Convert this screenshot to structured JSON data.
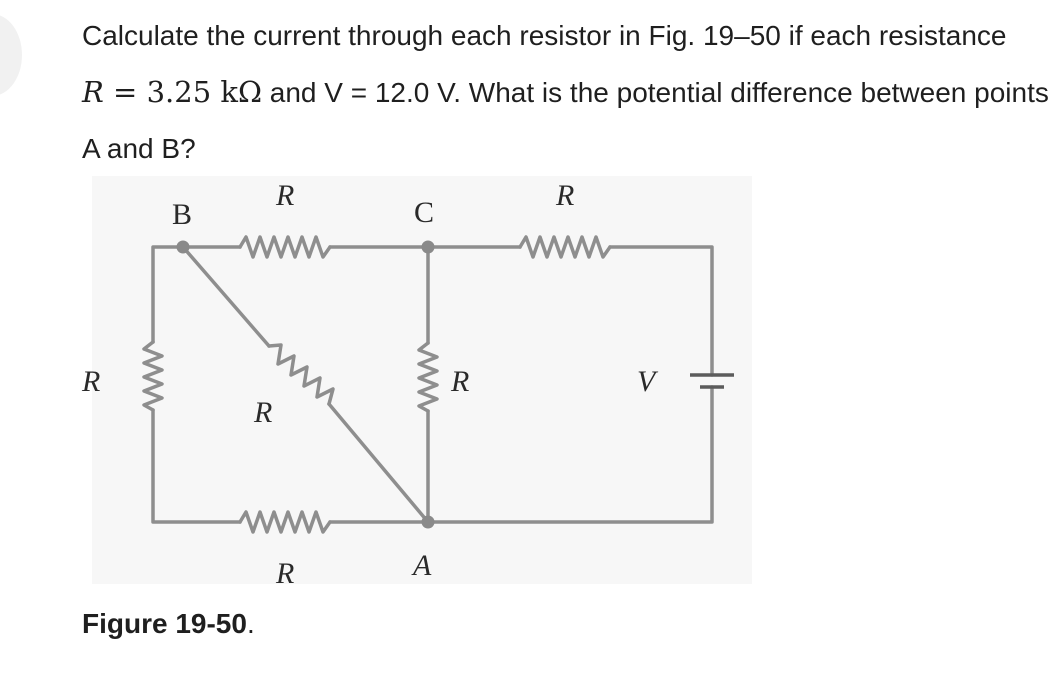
{
  "question": {
    "line1": "Calculate the current through each resistor in Fig. 19–50 if each resistance",
    "math_var": "R",
    "math_eq": " = 3.25 kΩ",
    "line2_rest": " and V = 12.0 V. What is the potential difference between points",
    "line3": "A and B?"
  },
  "figure": {
    "caption_bold": "Figure 19-50",
    "caption_end": ".",
    "labels": {
      "node_b": "B",
      "node_c": "C",
      "node_a": "A",
      "r_top_left": "R",
      "r_top_right": "R",
      "r_left": "R",
      "r_diag": "R",
      "r_middle": "R",
      "r_bottom": "R",
      "v_battery": "V"
    },
    "colors": {
      "wire": "#8e8e8e",
      "node": "#8a8a8a",
      "label": "#2a2a2a",
      "background": "#f7f7f7"
    }
  }
}
